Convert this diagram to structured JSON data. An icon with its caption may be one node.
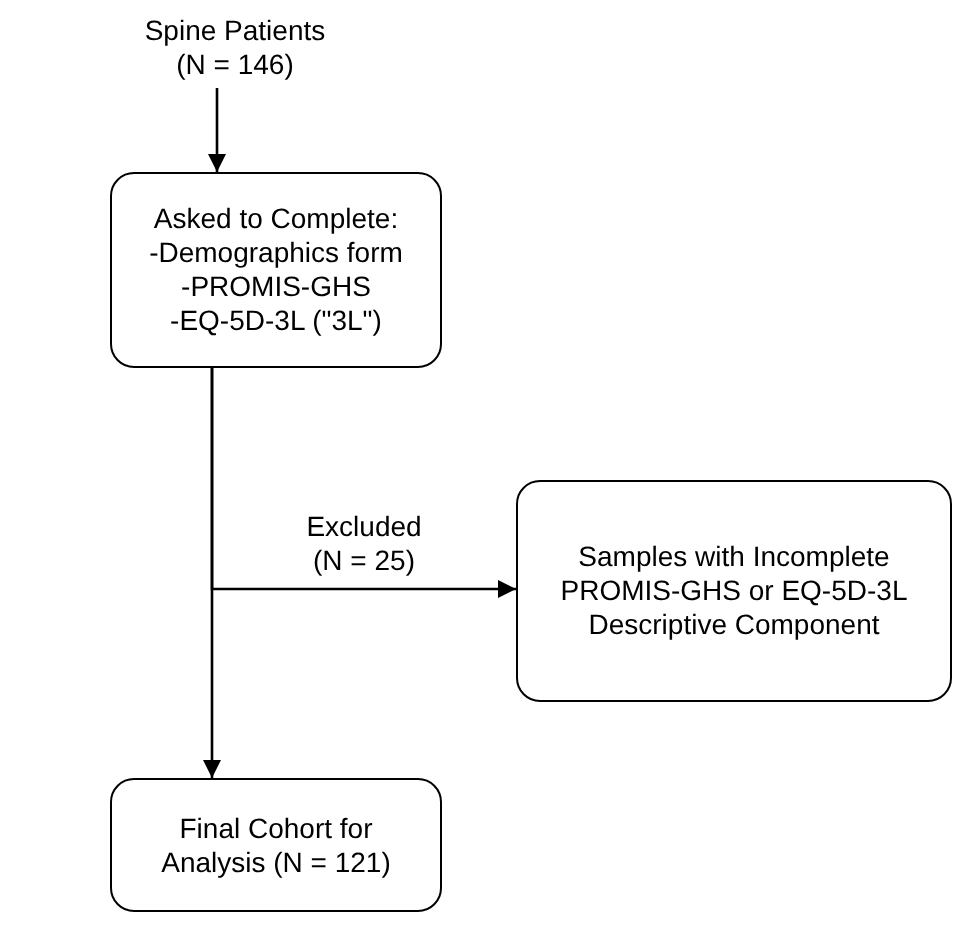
{
  "diagram": {
    "nodes": [
      {
        "text": [
          "Spine Patients (N = 146)"
        ]
      },
      {
        "text": [
          "Asked to Complete:",
          "-Demographics form",
          "-PROMIS-GHS",
          "-EQ-5D-3L (\"3L\")"
        ]
      },
      {
        "text": [
          "Samples with Incomplete PROMIS-GHS or EQ-5D-3L Descriptive Component"
        ]
      },
      {
        "text": [
          "Final Cohort for Analysis (N = 121)"
        ]
      }
    ],
    "edges": [
      {
        "from": 0,
        "to": 1,
        "arrow": "to"
      },
      {
        "from": 1,
        "to": 2,
        "arrow": "to",
        "label": "Excluded (N = 25)"
      },
      {
        "from": 1,
        "to": 3,
        "arrow": "to"
      }
    ]
  }
}
